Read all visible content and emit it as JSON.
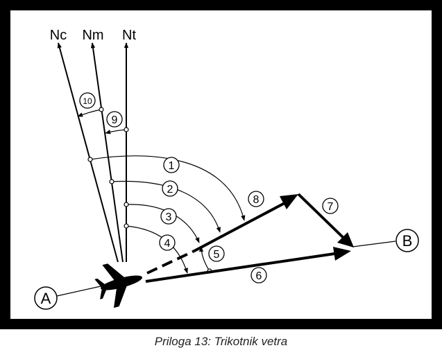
{
  "north_labels": {
    "nc": "Nc",
    "nm": "Nm",
    "nt": "Nt"
  },
  "point_labels": {
    "a": "A",
    "b": "B"
  },
  "markers": {
    "m1": "1",
    "m2": "2",
    "m3": "3",
    "m4": "4",
    "m5": "5",
    "m6": "6",
    "m7": "7",
    "m8": "8",
    "m9": "9",
    "m10": "10"
  },
  "caption": "Priloga 13: Trikotnik vetra",
  "colors": {
    "frame": "#000000",
    "background": "#ffffff",
    "ink": "#000000"
  }
}
